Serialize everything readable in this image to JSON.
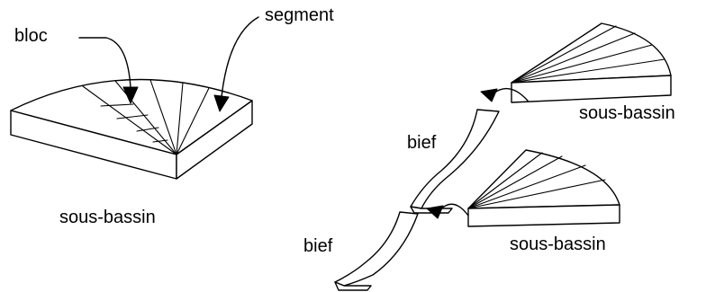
{
  "labels": {
    "bloc": "bloc",
    "segment": "segment",
    "sous_bassin_left": "sous-bassin",
    "bief_top": "bief",
    "sous_bassin_top_right": "sous-bassin",
    "bief_bottom": "bief",
    "sous_bassin_bottom_right": "sous-bassin"
  }
}
